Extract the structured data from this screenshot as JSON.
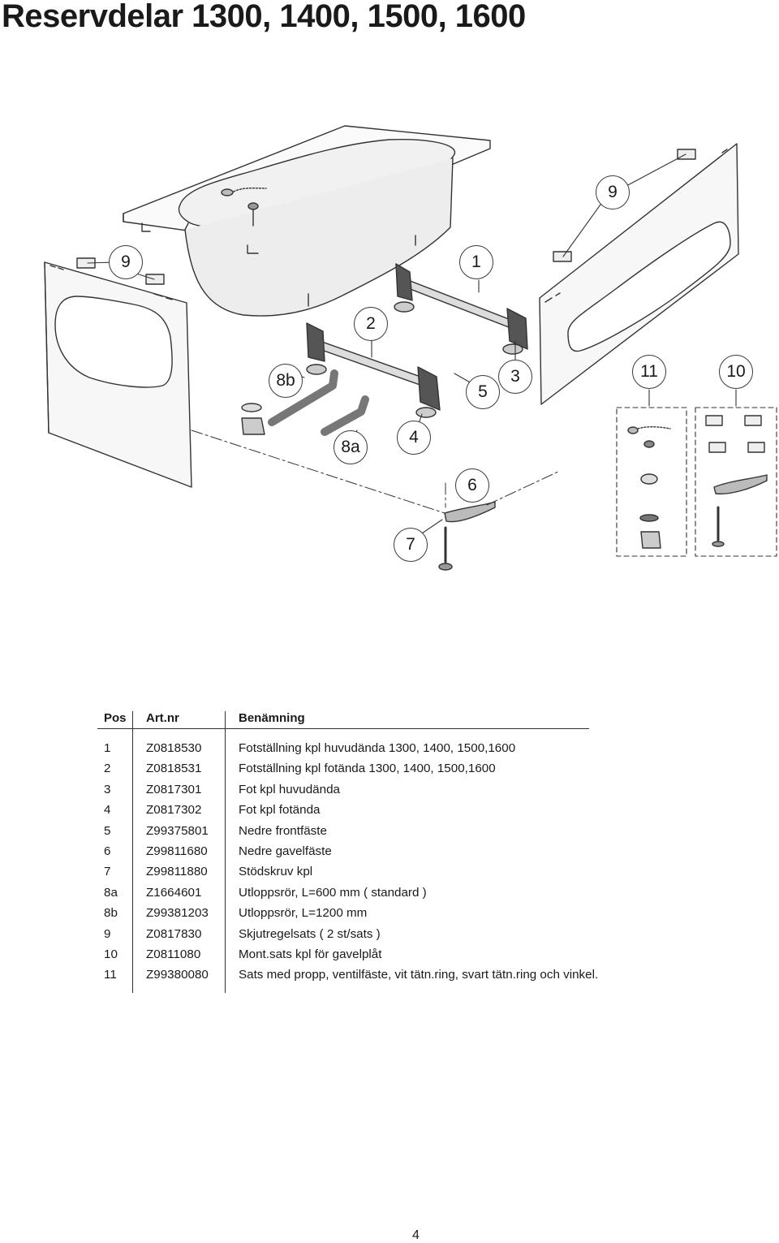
{
  "title": "Reservdelar 1300, 1400, 1500, 1600",
  "diagram": {
    "callouts": [
      "9",
      "1",
      "9",
      "2",
      "8b",
      "5",
      "3",
      "11",
      "10",
      "8a",
      "4",
      "6",
      "7"
    ]
  },
  "table": {
    "headers": {
      "pos": "Pos",
      "art": "Art.nr",
      "name": "Benämning"
    },
    "rows": [
      {
        "pos": "1",
        "art": "Z0818530",
        "name": "Fotställning kpl huvudända 1300, 1400, 1500,1600"
      },
      {
        "pos": "2",
        "art": "Z0818531",
        "name": "Fotställning kpl fotända 1300, 1400, 1500,1600"
      },
      {
        "pos": "3",
        "art": "Z0817301",
        "name": "Fot kpl huvudända"
      },
      {
        "pos": "4",
        "art": "Z0817302",
        "name": "Fot kpl fotända"
      },
      {
        "pos": "5",
        "art": "Z99375801",
        "name": "Nedre frontfäste"
      },
      {
        "pos": "6",
        "art": "Z99811680",
        "name": "Nedre gavelfäste"
      },
      {
        "pos": "7",
        "art": "Z99811880",
        "name": "Stödskruv kpl"
      },
      {
        "pos": "8a",
        "art": "Z1664601",
        "name": "Utloppsrör, L=600 mm ( standard )"
      },
      {
        "pos": "8b",
        "art": "Z99381203",
        "name": "Utloppsrör, L=1200 mm"
      },
      {
        "pos": "9",
        "art": "Z0817830",
        "name": "Skjutregelsats ( 2 st/sats )"
      },
      {
        "pos": "10",
        "art": "Z0811080",
        "name": "Mont.sats kpl för gavelplåt"
      },
      {
        "pos": "11",
        "art": "Z99380080",
        "name": "Sats med propp, ventilfäste, vit tätn.ring, svart tätn.ring och vinkel."
      }
    ]
  },
  "page_number": "4"
}
